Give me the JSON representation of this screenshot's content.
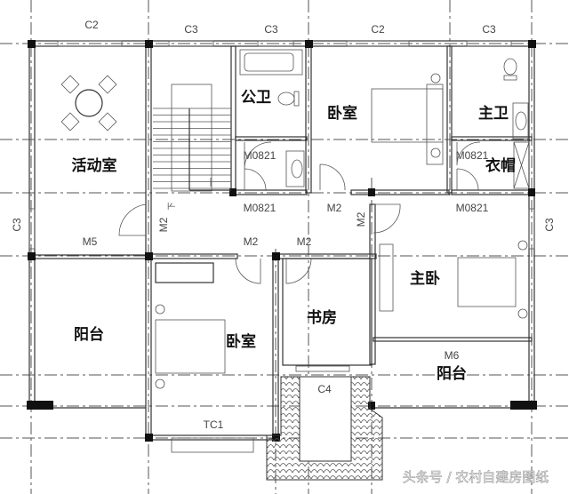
{
  "rooms": {
    "activity_room": "活动室",
    "public_bathroom": "公卫",
    "bedroom_north": "卧室",
    "master_bathroom": "主卫",
    "cloakroom": "衣帽",
    "balcony_west": "阳台",
    "bedroom_south": "卧室",
    "study": "书房",
    "master_bedroom": "主卧",
    "balcony_east": "阳台"
  },
  "windows": {
    "top_1": "C2",
    "top_2": "C3",
    "top_3": "C3",
    "top_4": "C2",
    "top_5": "C3",
    "left": "C3",
    "right": "C3",
    "study_bay": "C4",
    "bedroom_bay": "TC1"
  },
  "doors": {
    "bath_door_1": "M0821",
    "bath_door_2": "M0821",
    "master_bath_door_1": "M0821",
    "master_bath_door_2": "M0821",
    "bedroom_door": "M2",
    "master_door": "M2",
    "stair_door": "M2",
    "south_bedroom_door": "M2",
    "study_door": "M2",
    "balcony_west_door": "M5",
    "balcony_east_door": "M6"
  },
  "stair_marker": "下",
  "watermark": "头条号 / 农村自建房图纸"
}
